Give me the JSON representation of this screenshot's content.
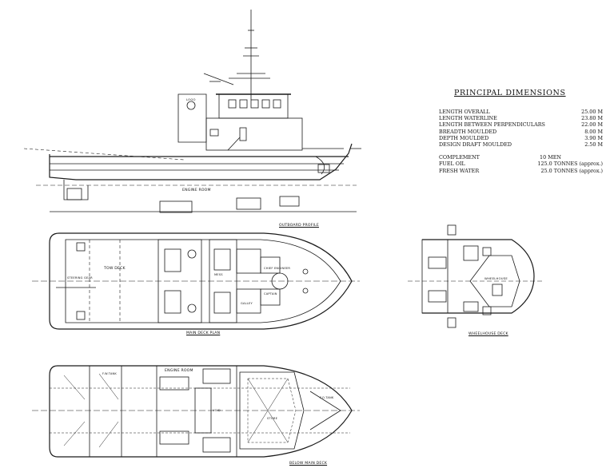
{
  "principal_dimensions": {
    "title": "PRINCIPAL DIMENSIONS",
    "rows": [
      {
        "label": "LENGTH OVERALL",
        "value": "25.00 M"
      },
      {
        "label": "LENGTH WATERLINE",
        "value": "23.80 M"
      },
      {
        "label": "LENGTH BETWEEN PERPENDICULARS",
        "value": "22.00 M"
      },
      {
        "label": "BREADTH MOULDED",
        "value": "8.00 M"
      },
      {
        "label": "DEPTH MOULDED",
        "value": "3.90 M"
      },
      {
        "label": "DESIGN DRAFT MOULDED",
        "value": "2.50 M"
      }
    ],
    "rows2": [
      {
        "label": "COMPLEMENT",
        "value": "10 MEN"
      },
      {
        "label": "FUEL OIL",
        "value": "125.0 TONNES (approx.)"
      },
      {
        "label": "FRESH WATER",
        "value": "25.0 TONNES (approx.)"
      }
    ]
  },
  "views": {
    "outboard_profile": "OUTBOARD PROFILE",
    "main_deck_plan": "MAIN DECK PLAN",
    "wheelhouse_deck": "WHEELHOUSE DECK",
    "below_main_deck": "BELOW MAIN DECK"
  },
  "labels": {
    "engine_room": "ENGINE ROOM",
    "engine_room_lower": "ENGINE ROOM",
    "steering_gear": "STEERING GEAR",
    "tow_deck": "TOW DECK",
    "wheelhouse": "WHEELHOUSE",
    "chief_engineer": "CHIEF ENGINEER",
    "captain": "CAPTAIN",
    "galley": "GALLEY",
    "mess": "MESS",
    "fw_tank": "F.W.TANK",
    "fo_tank": "F.O.TANK",
    "void": "VOID",
    "store": "STORE",
    "logo": "LOGO"
  },
  "colors": {
    "line": "#1a1a1a",
    "paper": "#ffffff"
  }
}
